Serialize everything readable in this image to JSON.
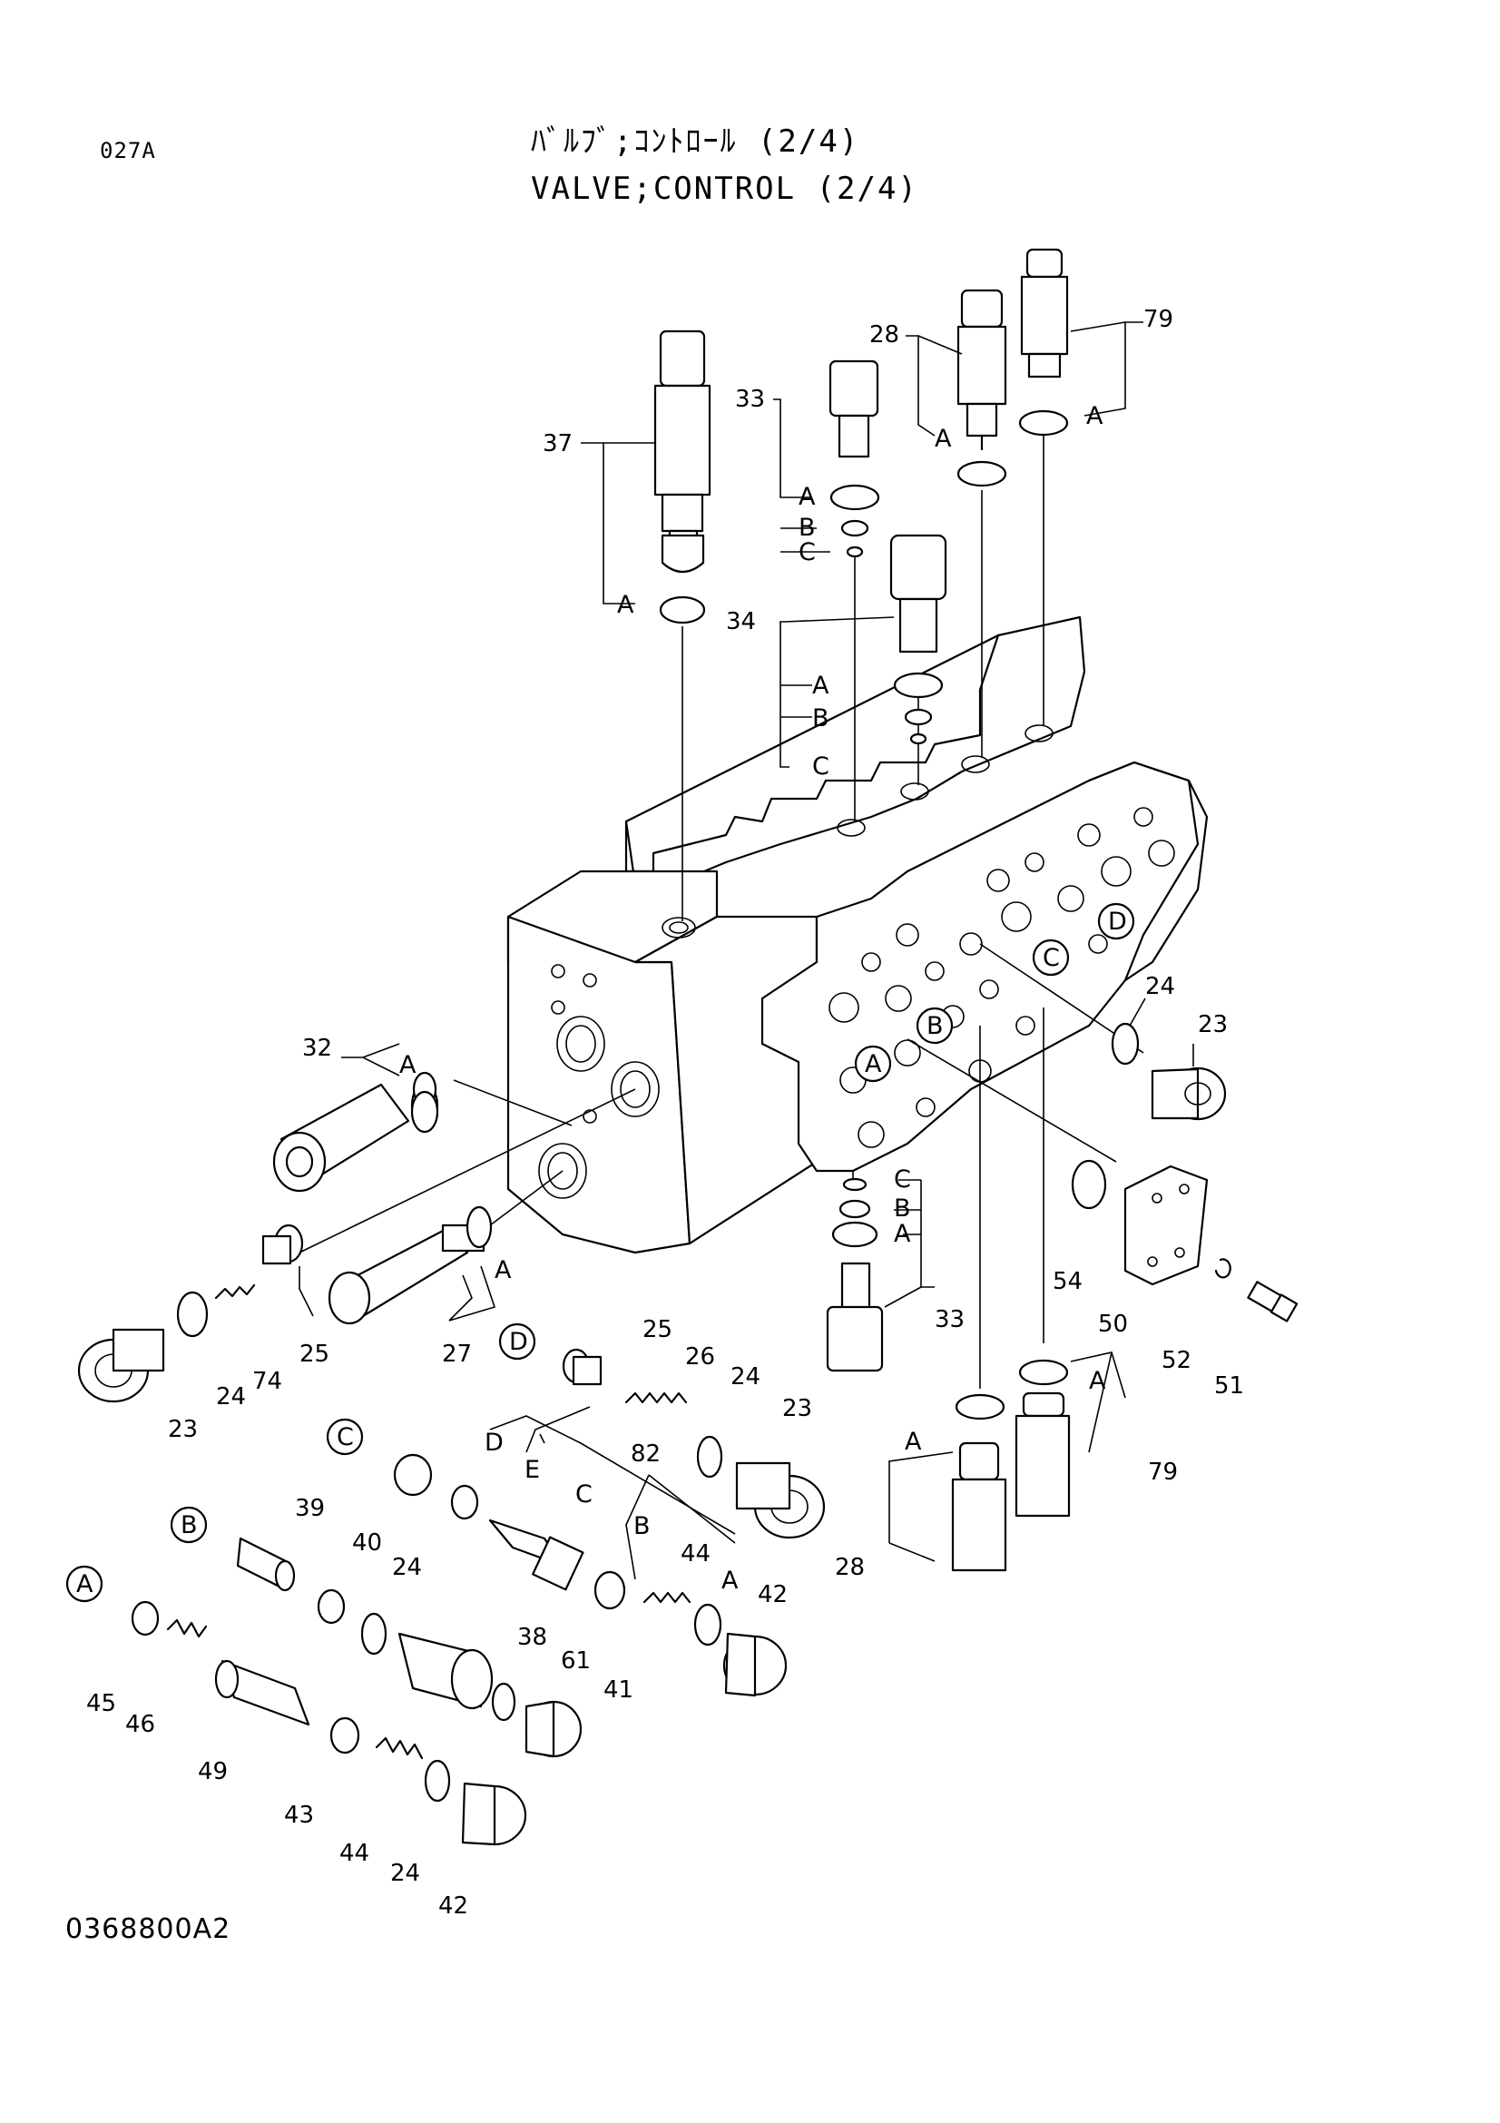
{
  "header": {
    "page_code": "027A",
    "title_jp": "ﾊﾞﾙﾌﾞ;ｺﾝﾄﾛｰﾙ (2/4)",
    "title_en": "VALVE;CONTROL (2/4)"
  },
  "footer": {
    "drawing_code": "0368800A2"
  },
  "callouts": {
    "p37": "37",
    "p33a": "33",
    "p28a": "28",
    "p79a": "79",
    "p34": "34",
    "p32": "32",
    "p24a": "24",
    "p23a": "23",
    "p27": "27",
    "p25a": "25",
    "p74": "74",
    "p24b": "24",
    "p23b": "23",
    "p54": "54",
    "p33b": "33",
    "p50": "50",
    "p52": "52",
    "p51": "51",
    "p79b": "79",
    "p28b": "28",
    "p25b": "25",
    "p26": "26",
    "p24c": "24",
    "p23c": "23",
    "p82": "82",
    "p39": "39",
    "p40": "40",
    "p24d": "24",
    "p44a": "44",
    "p42a": "42",
    "p38": "38",
    "p61": "61",
    "p41": "41",
    "p45": "45",
    "p46": "46",
    "p49": "49",
    "p43": "43",
    "p44b": "44",
    "p24e": "24",
    "p42b": "42"
  },
  "seal_letters": {
    "s37A": "A",
    "s33A": "A",
    "s33B": "B",
    "s33C": "C",
    "s28A": "A",
    "s79A": "A",
    "s34A": "A",
    "s34B": "B",
    "s34C": "C",
    "s32A": "A",
    "s27A": "A",
    "s33bC": "C",
    "s33bB": "B",
    "s33bA": "A",
    "s79bA": "A",
    "s28bA": "A",
    "sD": "D",
    "sE": "E",
    "sC": "C",
    "sB": "B",
    "sA": "A"
  },
  "port_markers": {
    "portA": "A",
    "portB": "B",
    "portC": "C",
    "portD": "D",
    "refA": "A",
    "refB": "B",
    "refC": "C",
    "refD": "D"
  }
}
